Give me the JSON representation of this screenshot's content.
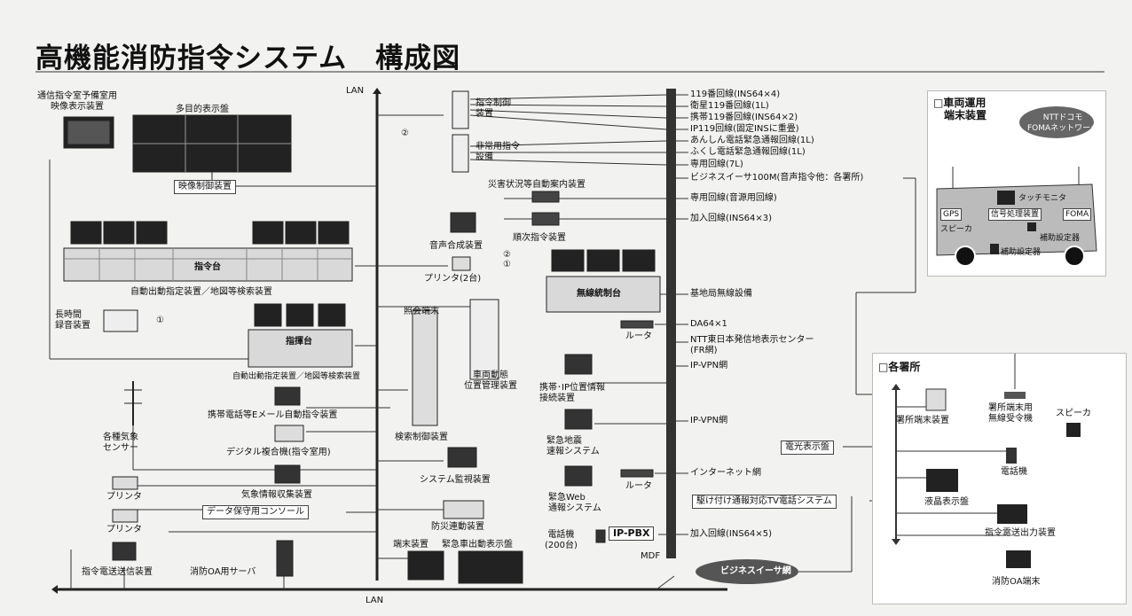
{
  "title": "高機能消防指令システム　構成図",
  "lan_top": "LAN",
  "lan_bottom": "LAN",
  "mdf": "MDF",
  "left": {
    "monitor_room": "通信指令室予備室用\n映像表示装置",
    "multi_display": "多目的表示盤",
    "video_control": "映像制御装置",
    "command_console": "指令台",
    "auto_dispatch_1": "自動出動指定装置／地図等検索装置",
    "long_recorder": "長時間\n録音装置",
    "circle_1": "①",
    "supervisor_console": "指揮台",
    "auto_dispatch_2": "自動出動指定装置／地図等検索装置",
    "mobile_email": "携帯電話等Eメール自動指令装置",
    "weather_sensor": "各種気象\nセンサー",
    "digital_mfp": "デジタル複合機(指令室用)",
    "printer_1": "プリンタ",
    "weather_collect": "気象情報収集装置",
    "printer_2": "プリンタ",
    "data_console": "データ保守用コンソール",
    "command_send": "指令電送送信装置",
    "oa_server": "消防OA用サーバ"
  },
  "center": {
    "dispatch_ctrl": "指令制御\n装置",
    "emergency_dispatch": "非常用指令\n設備",
    "circle_2": "②",
    "disaster_guide": "災害状況等自動案内装置",
    "voice_synth": "音声合成装置",
    "sequential": "順次指令装置",
    "printer_2units": "プリンタ(2台)",
    "circle_2b": "②",
    "circle_1b": "①",
    "radio_console": "無線統制台",
    "inquiry_terminal": "照会端末",
    "router_1": "ルータ",
    "vehicle_mgmt": "車両動態\n位置管理装置",
    "mobile_ip": "携帯･IP位置情報\n接続装置",
    "search_ctrl": "検索制御装置",
    "quake": "緊急地震\n速報システム",
    "system_monitor": "システム監視装置",
    "router_2": "ルータ",
    "web_alert": "緊急Web\n通報システム",
    "disaster_link": "防災連動装置",
    "phone_200": "電話機\n(200台)",
    "ippbx": "IP-PBX",
    "terminal_dev": "端末装置",
    "vehicle_display": "緊急車出動表示盤"
  },
  "lines": [
    "119番回線(INS64×4)",
    "衛星119番回線(1L)",
    "携帯119番回線(INS64×2)",
    "IP119回線(固定INSに重畳)",
    "あんしん電話緊急通報回線(1L)",
    "ふくし電話緊急通報回線(1L)",
    "専用回線(7L)",
    "ビジネスイーサ100M(音声指令他：各署所)",
    "専用回線(音源用回線)",
    "加入回線(INS64×3)",
    "基地局無線設備",
    "DA64×1",
    "NTT東日本発信地表示センター\n(FR網)",
    "IP-VPN網",
    "IP-VPN網",
    "インターネット網",
    "加入回線(INS64×5)"
  ],
  "right_labels": {
    "electric_board": "電光表示盤",
    "tv_phone": "駆け付け通報対応TV電話システム",
    "business_ether": "ビジネスイーサ網"
  },
  "vehicle_panel": {
    "title": "□車両運用\n　端末装置",
    "cloud": "NTTドコモ\nFOMAネットワーク",
    "touch": "タッチモニタ",
    "gps": "GPS",
    "signal": "信号処理装置",
    "foma": "FOMA",
    "speaker": "スピーカ",
    "aux1": "補助設定器",
    "aux2": "補助設定器"
  },
  "station_panel": {
    "title": "□各署所",
    "station_terminal": "署所端末装置",
    "receiver": "署所端末用\n無線受令機",
    "speaker": "スピーカ",
    "phone": "電話機",
    "lcd": "液晶表示盤",
    "cmd_output": "指令電送出力装置",
    "oa_terminal": "消防OA端末"
  }
}
